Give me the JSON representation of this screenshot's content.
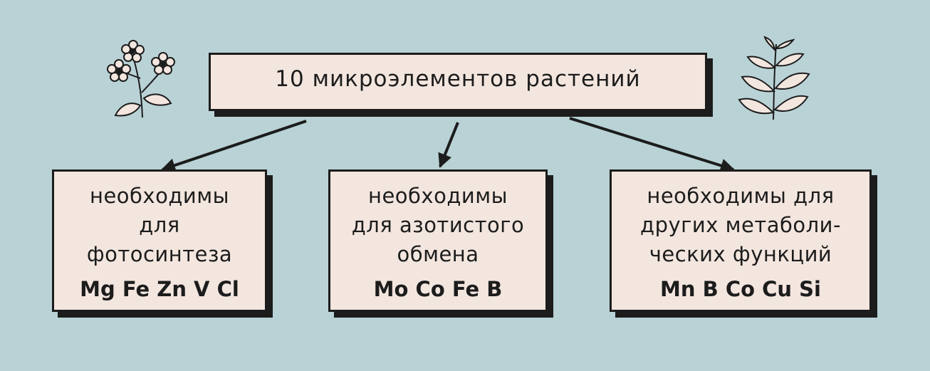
{
  "diagram": {
    "root": {
      "label": "10 микроэлементов растений"
    },
    "children": [
      {
        "description": "необходимы\nдля\nфотосинтеза",
        "elements": "Mg Fe Zn V Cl"
      },
      {
        "description": "необходимы\nдля азотистого\nобмена",
        "elements": "Mo Co Fe B"
      },
      {
        "description": "необходимы для\nдругих метаболи-\nческих функций",
        "elements": "Mn B Co Cu Si"
      }
    ]
  },
  "colors": {
    "background": "#b9d2d6",
    "box": "#f3e6df",
    "ink": "#1c1c1c"
  },
  "icons": [
    "flower-plant-icon",
    "nettle-plant-icon"
  ]
}
